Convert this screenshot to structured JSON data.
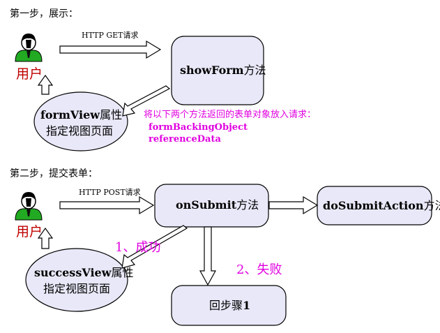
{
  "steps": {
    "step1": "第一步，展示：",
    "step2": "第二步，提交表单："
  },
  "users": {
    "user1_label": "用户",
    "user2_label": "用户"
  },
  "edges": {
    "http_get": "HTTP GET请求",
    "http_post": "HTTP  POST请求",
    "success": "1、成功",
    "fail": "2、失败"
  },
  "nodes": {
    "showform_name": "showForm",
    "showform_suffix": "方法",
    "formview_name": "formView",
    "formview_suffix": "属性",
    "formview_line2": "指定视图页面",
    "onsubmit_name": "onSubmit",
    "onsubmit_suffix": "方法",
    "dosubmit_name": "doSubmitAction",
    "dosubmit_suffix": "方法",
    "successview_name": "successView",
    "successview_suffix": "属性",
    "successview_line2": "指定视图页面",
    "back_prefix": "回步骤",
    "back_num": "1"
  },
  "note": {
    "line1": "将以下两个方法返回的表单对象放入请求：",
    "line2": "formBackingObject",
    "line3": "referenceData"
  },
  "colors": {
    "node_fill": "#e8e8f8",
    "magenta": "#e000e0",
    "user_red": "#c00000",
    "user_green": "#22aa22"
  },
  "icons": [
    "user-icon"
  ]
}
